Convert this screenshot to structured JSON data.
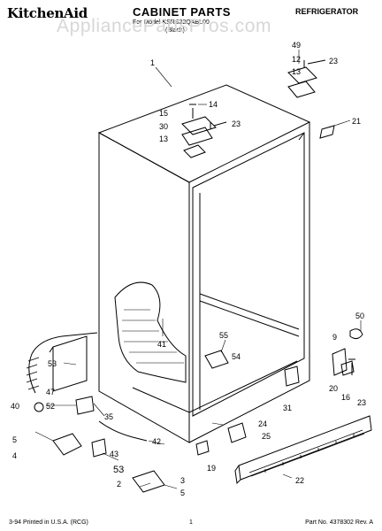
{
  "header": {
    "brand": "KitchenAid",
    "title": "CABINET PARTS",
    "subtitle_model": "For Model KSRS22QABL00",
    "subtitle_color": "(Black)",
    "category": "REFRIGERATOR",
    "watermark": "AppliancePartsPros.com"
  },
  "footer": {
    "printed": "3-94 Printed in U.S.A. (RCG)",
    "page": "1",
    "part_number": "Part No. 4378302 Rev. A"
  },
  "callouts": [
    "1",
    "49",
    "12",
    "13",
    "23",
    "14",
    "21",
    "15",
    "30",
    "23",
    "13",
    "41",
    "50",
    "55",
    "9",
    "54",
    "53",
    "47",
    "35",
    "20",
    "16",
    "31",
    "23",
    "40",
    "52",
    "24",
    "5",
    "25",
    "4",
    "42",
    "43",
    "19",
    "53",
    "2",
    "3",
    "5",
    "22"
  ]
}
